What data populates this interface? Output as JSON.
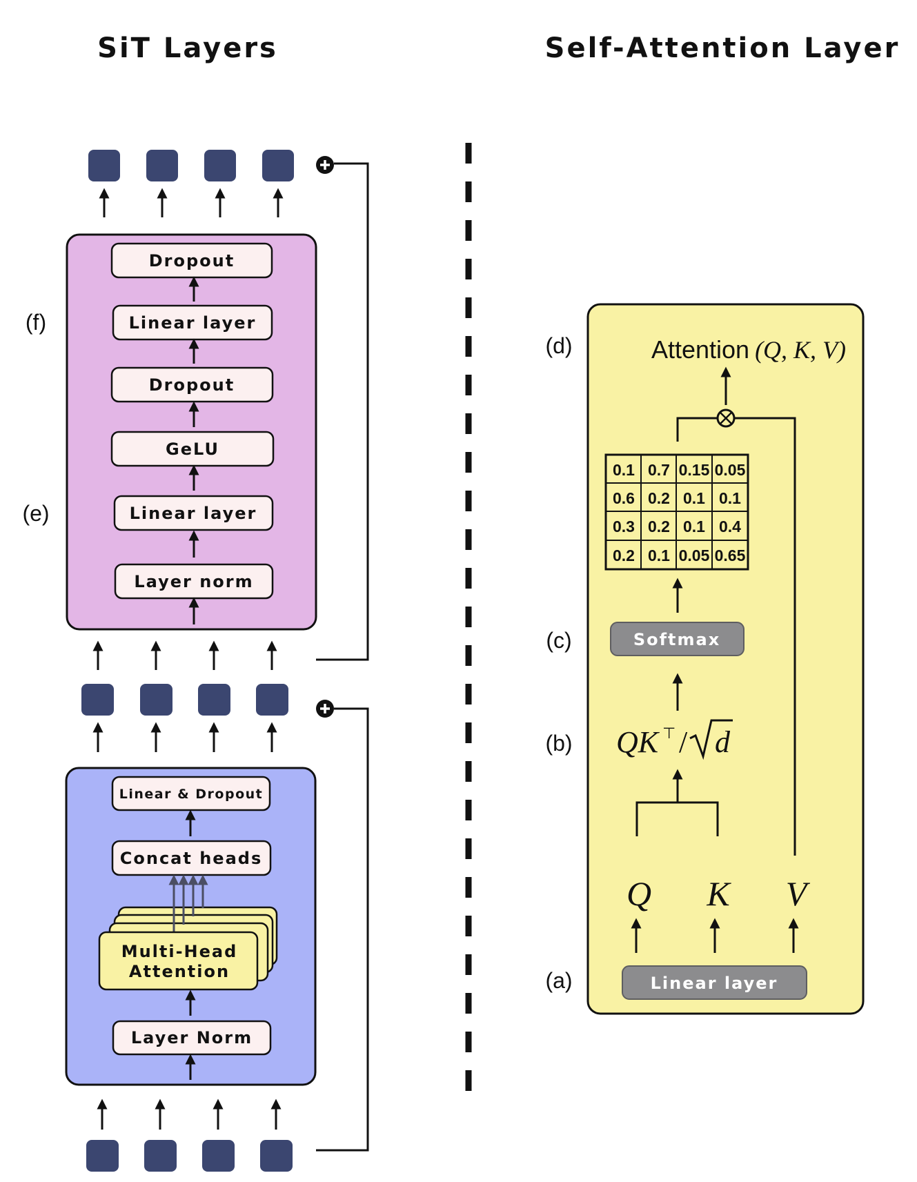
{
  "titles": {
    "left": "SiT Layers",
    "right": "Self-Attention Layer"
  },
  "labels": {
    "a": "(a)",
    "b": "(b)",
    "c": "(c)",
    "d": "(d)",
    "e": "(e)",
    "f": "(f)"
  },
  "mlp_block": {
    "layers": [
      "Dropout",
      "Linear layer",
      "Dropout",
      "GeLU",
      "Linear layer",
      "Layer norm"
    ]
  },
  "attention_block": {
    "linear_dropout": "Linear & Dropout",
    "concat_heads": "Concat heads",
    "mha_line1": "Multi-Head",
    "mha_line2": "Attention",
    "layer_norm": "Layer Norm"
  },
  "self_attention": {
    "output_word": "Attention",
    "output_args": "(Q, K, V)",
    "softmax": "Softmax",
    "linear": "Linear layer",
    "q": "Q",
    "k": "K",
    "v": "V",
    "formula_num": "QK",
    "formula_sup": "⊤",
    "formula_slash": "/",
    "formula_d": "d",
    "matrix": [
      [
        "0.1",
        "0.7",
        "0.15",
        "0.05"
      ],
      [
        "0.6",
        "0.2",
        "0.1",
        "0.1"
      ],
      [
        "0.3",
        "0.2",
        "0.1",
        "0.4"
      ],
      [
        "0.2",
        "0.1",
        "0.05",
        "0.65"
      ]
    ]
  },
  "colors": {
    "token": "#3b4670",
    "mlp_block": "#e3b6e6",
    "attention_block": "#aab3f8",
    "self_attention_block": "#f9f2a4",
    "mha": "#f9f2a4",
    "gray_box": "#8c8c8e",
    "pale_box": "#fcf0f0"
  }
}
